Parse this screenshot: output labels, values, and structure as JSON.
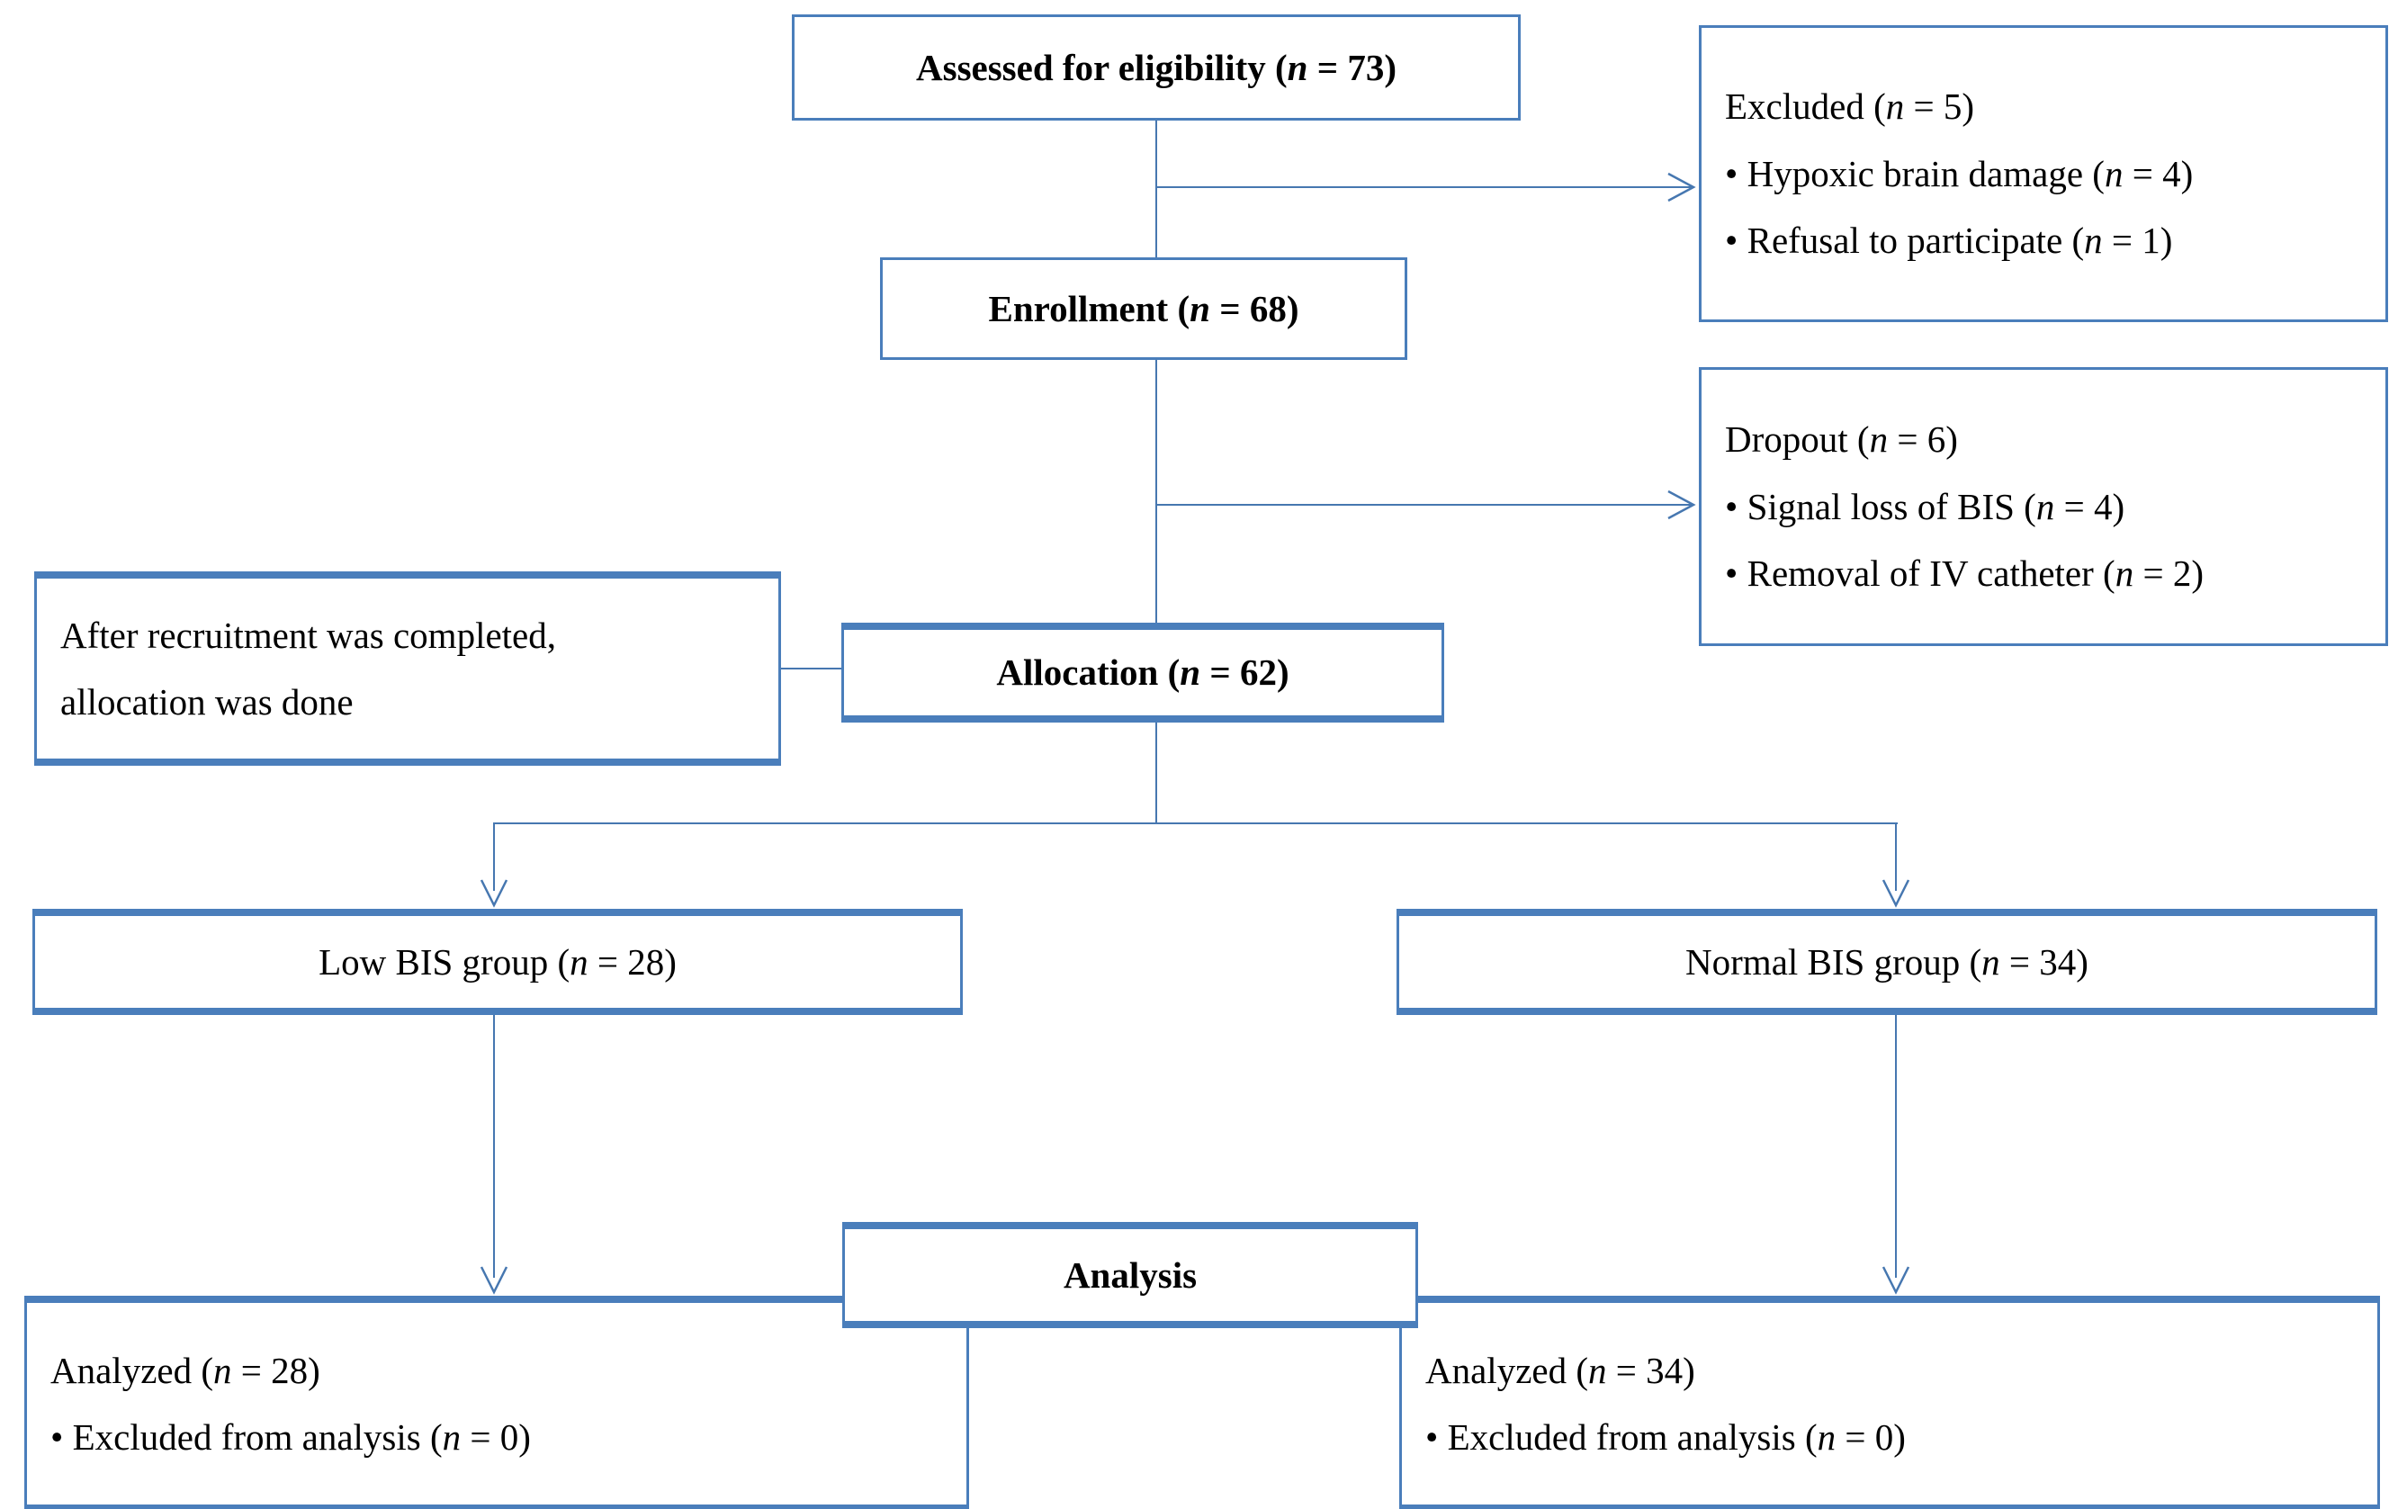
{
  "diagram": {
    "type": "CONSORT participant flow diagram",
    "accent_color": "#4a7ebb",
    "text_color": "#000000",
    "background": "#ffffff"
  },
  "nodes": {
    "assessed": {
      "label_text": "Assessed for eligibility",
      "n_prefix": "(",
      "n_italic": "n",
      "n_eq": " = ",
      "n_value": "73",
      "n_suffix": ")",
      "full": "Assessed for eligibility (n = 73)"
    },
    "excluded": {
      "heading_text": "Excluded",
      "heading_n": "5",
      "items": [
        {
          "bullet": "•",
          "text": "Hypoxic brain damage",
          "n": "4"
        },
        {
          "bullet": "•",
          "text": "Refusal to participate",
          "n": "1"
        }
      ]
    },
    "enrollment": {
      "label_text": "Enrollment",
      "n_value": "68",
      "full": "Enrollment (n = 68)"
    },
    "dropout": {
      "heading_text": "Dropout",
      "heading_n": "6",
      "items": [
        {
          "bullet": "•",
          "text": "Signal loss of BIS",
          "n": "4"
        },
        {
          "bullet": "•",
          "text": "Removal of IV catheter",
          "n": "2"
        }
      ]
    },
    "note": {
      "line1": "After recruitment was completed,",
      "line2": "allocation was done"
    },
    "allocation": {
      "label_text": "Allocation",
      "n_value": "62",
      "full": "Allocation (n = 62)"
    },
    "low_bis_group": {
      "label_text": "Low BIS group",
      "n_value": "28",
      "full": "Low BIS group (n = 28)"
    },
    "normal_bis_group": {
      "label_text": "Normal BIS group",
      "n_value": "34",
      "full": "Normal BIS group (n = 34)"
    },
    "analysis": {
      "label_text": "Analysis"
    },
    "analyzed_low": {
      "heading_text": "Analyzed",
      "heading_n": "28",
      "items": [
        {
          "bullet": "•",
          "text": "Excluded from analysis",
          "n": "0"
        }
      ]
    },
    "analyzed_normal": {
      "heading_text": "Analyzed",
      "heading_n": "34",
      "items": [
        {
          "bullet": "•",
          "text": "Excluded from analysis",
          "n": "0"
        }
      ]
    }
  },
  "symbols": {
    "eq": " = ",
    "open_paren": "(",
    "close_paren": ")",
    "n_var": "n"
  },
  "flow": {
    "edges": [
      {
        "from": "assessed",
        "to": "enrollment",
        "kind": "vertical"
      },
      {
        "from": "assessed",
        "to": "excluded",
        "kind": "branch-right-arrow"
      },
      {
        "from": "enrollment",
        "to": "allocation",
        "kind": "vertical"
      },
      {
        "from": "enrollment",
        "to": "dropout",
        "kind": "branch-right-arrow"
      },
      {
        "from": "note",
        "to": "allocation",
        "kind": "horizontal"
      },
      {
        "from": "allocation",
        "to": "low_bis_group",
        "kind": "split-left-arrow"
      },
      {
        "from": "allocation",
        "to": "normal_bis_group",
        "kind": "split-right-arrow"
      },
      {
        "from": "low_bis_group",
        "to": "analyzed_low",
        "kind": "vertical-arrow"
      },
      {
        "from": "normal_bis_group",
        "to": "analyzed_normal",
        "kind": "vertical-arrow"
      },
      {
        "from": "analysis",
        "to": "analyzed_low",
        "kind": "horizontal"
      },
      {
        "from": "analysis",
        "to": "analyzed_normal",
        "kind": "horizontal"
      }
    ]
  }
}
